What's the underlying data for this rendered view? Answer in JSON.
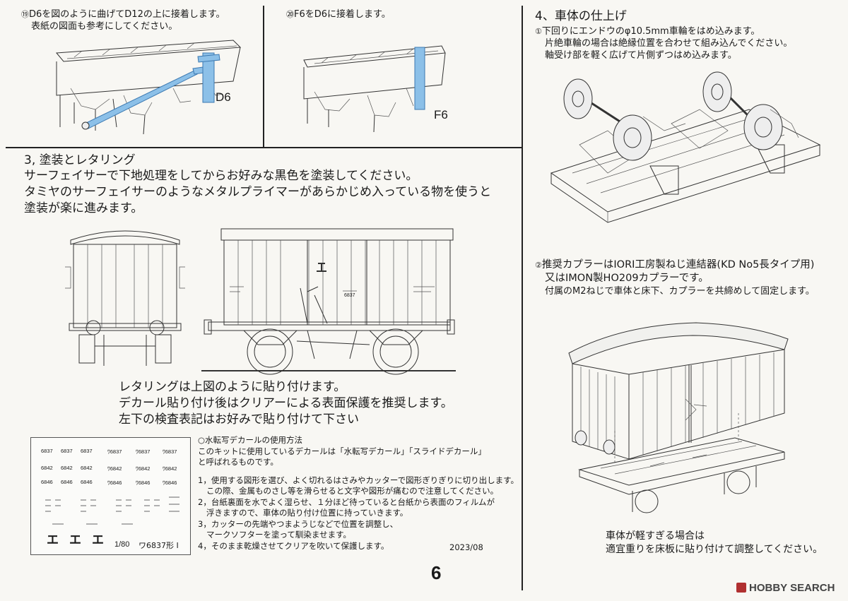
{
  "step19": {
    "number": "⑲",
    "line1": "D6を図のように曲げてD12の上に接着します。",
    "line2": "表紙の図面も参考にしてください。",
    "part_label": "D6"
  },
  "step20": {
    "number": "⑳",
    "line1": "F6をD6に接着します。",
    "part_label": "F6"
  },
  "section3": {
    "heading": "3, 塗装とレタリング",
    "line1": "サーフェイサーで下地処理をしてからお好みな黒色を塗装してください。",
    "line2": "タミヤのサーフェイサーのようなメタルプライマーがあらかじめ入っている物を使うと",
    "line3": "塗装が楽に進みます。",
    "car_number": "6837",
    "lettering1": "レタリングは上図のように貼り付けます。",
    "lettering2": "デカール貼り付け後はクリアーによる表面保護を推奨します。",
    "lettering3": "左下の検査表記はお好みで貼り付けて下さい"
  },
  "decal_sheet": {
    "row1": [
      "6837",
      "6837",
      "6837",
      "ﾜ6837",
      "ﾜ6837",
      "ﾜ6837"
    ],
    "row2": [
      "6842",
      "6842",
      "6842",
      "ﾜ6842",
      "ﾜ6842",
      "ﾜ6842"
    ],
    "row3": [
      "6846",
      "6846",
      "6846",
      "ﾜ6846",
      "ﾜ6846",
      "ﾜ6846"
    ],
    "kana": [
      "エ",
      "エ",
      "エ"
    ],
    "scale": "1/80",
    "model": "ワ6837形 I"
  },
  "decal_instructions": {
    "title": "○水転写デカールの使用方法",
    "intro1": "このキットに使用しているデカールは「水転写デカール」「スライドデカール」",
    "intro2": "と呼ばれるものです。",
    "s1a": "1，使用する図形を選び、よく切れるはさみやカッターで図形ぎりぎりに切り出します。",
    "s1b": "この際、金属ものさし等を滑らせると文字や図形が痛むので注意してください。",
    "s2a": "2，台紙裏面を水でよく湿らせ、１分ほど待っていると台紙から表面のフィルムが",
    "s2b": "浮きますので、車体の貼り付け位置に持っていきます。",
    "s3a": "3，カッターの先端やつまようじなどで位置を調整し、",
    "s3b": "マークソフターを塗って馴染ませます。",
    "s4": "4，そのまま乾燥させてクリアを吹いて保護します。",
    "date": "2023/08"
  },
  "section4": {
    "heading": "4、車体の仕上げ",
    "step1_number": "①",
    "step1_line1": "下回りにエンドウのφ10.5mm車輪をはめ込みます。",
    "step1_line2": "片絶車輪の場合は絶縁位置を合わせて組み込んでください。",
    "step1_line3": "軸受け部を軽く広げて片側ずつはめ込みます。",
    "step2_number": "②",
    "step2_line1": "推奨カプラーはIORI工房製ねじ連結器(KD No5長タイプ用)",
    "step2_line2": "又はIMON製HO209カプラーです。",
    "step2_line3": "付属のM2ねじで車体と床下、カプラーを共締めして固定します。",
    "weight1": "車体が軽すぎる場合は",
    "weight2": "適宜重りを床板に貼り付けて調整してください。"
  },
  "footer": {
    "page_number": "6",
    "logo_text": "HOBBY SEARCH"
  },
  "colors": {
    "highlight_part": "#8cc0e8",
    "paper": "#f8f7f3",
    "ink": "#1a1a1a"
  }
}
